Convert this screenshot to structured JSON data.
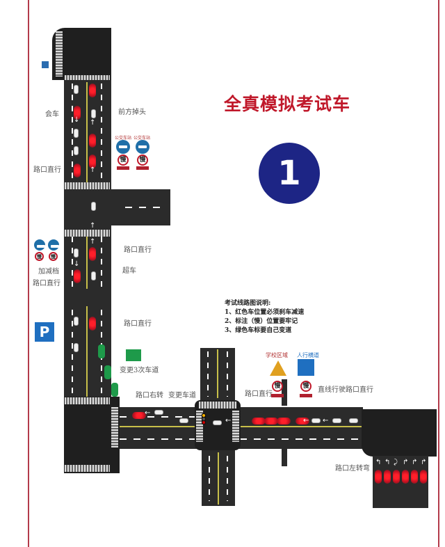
{
  "title": "全真模拟考试车",
  "route_number": "1",
  "legend": {
    "heading": "考试线路图说明:",
    "items": [
      "1、红色车位置必须刹车减速",
      "2、标注（慢）位置要牢记",
      "3、绿色车标要自己变道"
    ]
  },
  "labels": {
    "meet_car": "会车",
    "u_turn_ahead": "前方掉头",
    "intersection_straight_1": "路口直行",
    "intersection_straight_2": "路口直行",
    "accel_decel_gear": "加减档",
    "intersection_straight_3": "路口直行",
    "overtake": "超车",
    "intersection_straight_4": "路口直行",
    "change_lanes_3_times": "变更3次车道",
    "intersection_right_turn": "路口右转",
    "change_lane": "变更车道",
    "intersection_straight_5": "路口直行",
    "straight_through_intersection": "直线行驶路口直行",
    "intersection_left_turn": "路口左转弯"
  },
  "signs": {
    "bus_stop": "公交车站",
    "slow": "慢",
    "school_zone": "学校区域",
    "crosswalk": "人行横道",
    "parking": "P"
  },
  "colors": {
    "title_red": "#c0182a",
    "badge_blue": "#1d2585",
    "stop_red": "#ff1f2a",
    "lane_change_green": "#1e9a4a",
    "road": "#2b2b2b",
    "parking_blue": "#1f6fc0"
  }
}
